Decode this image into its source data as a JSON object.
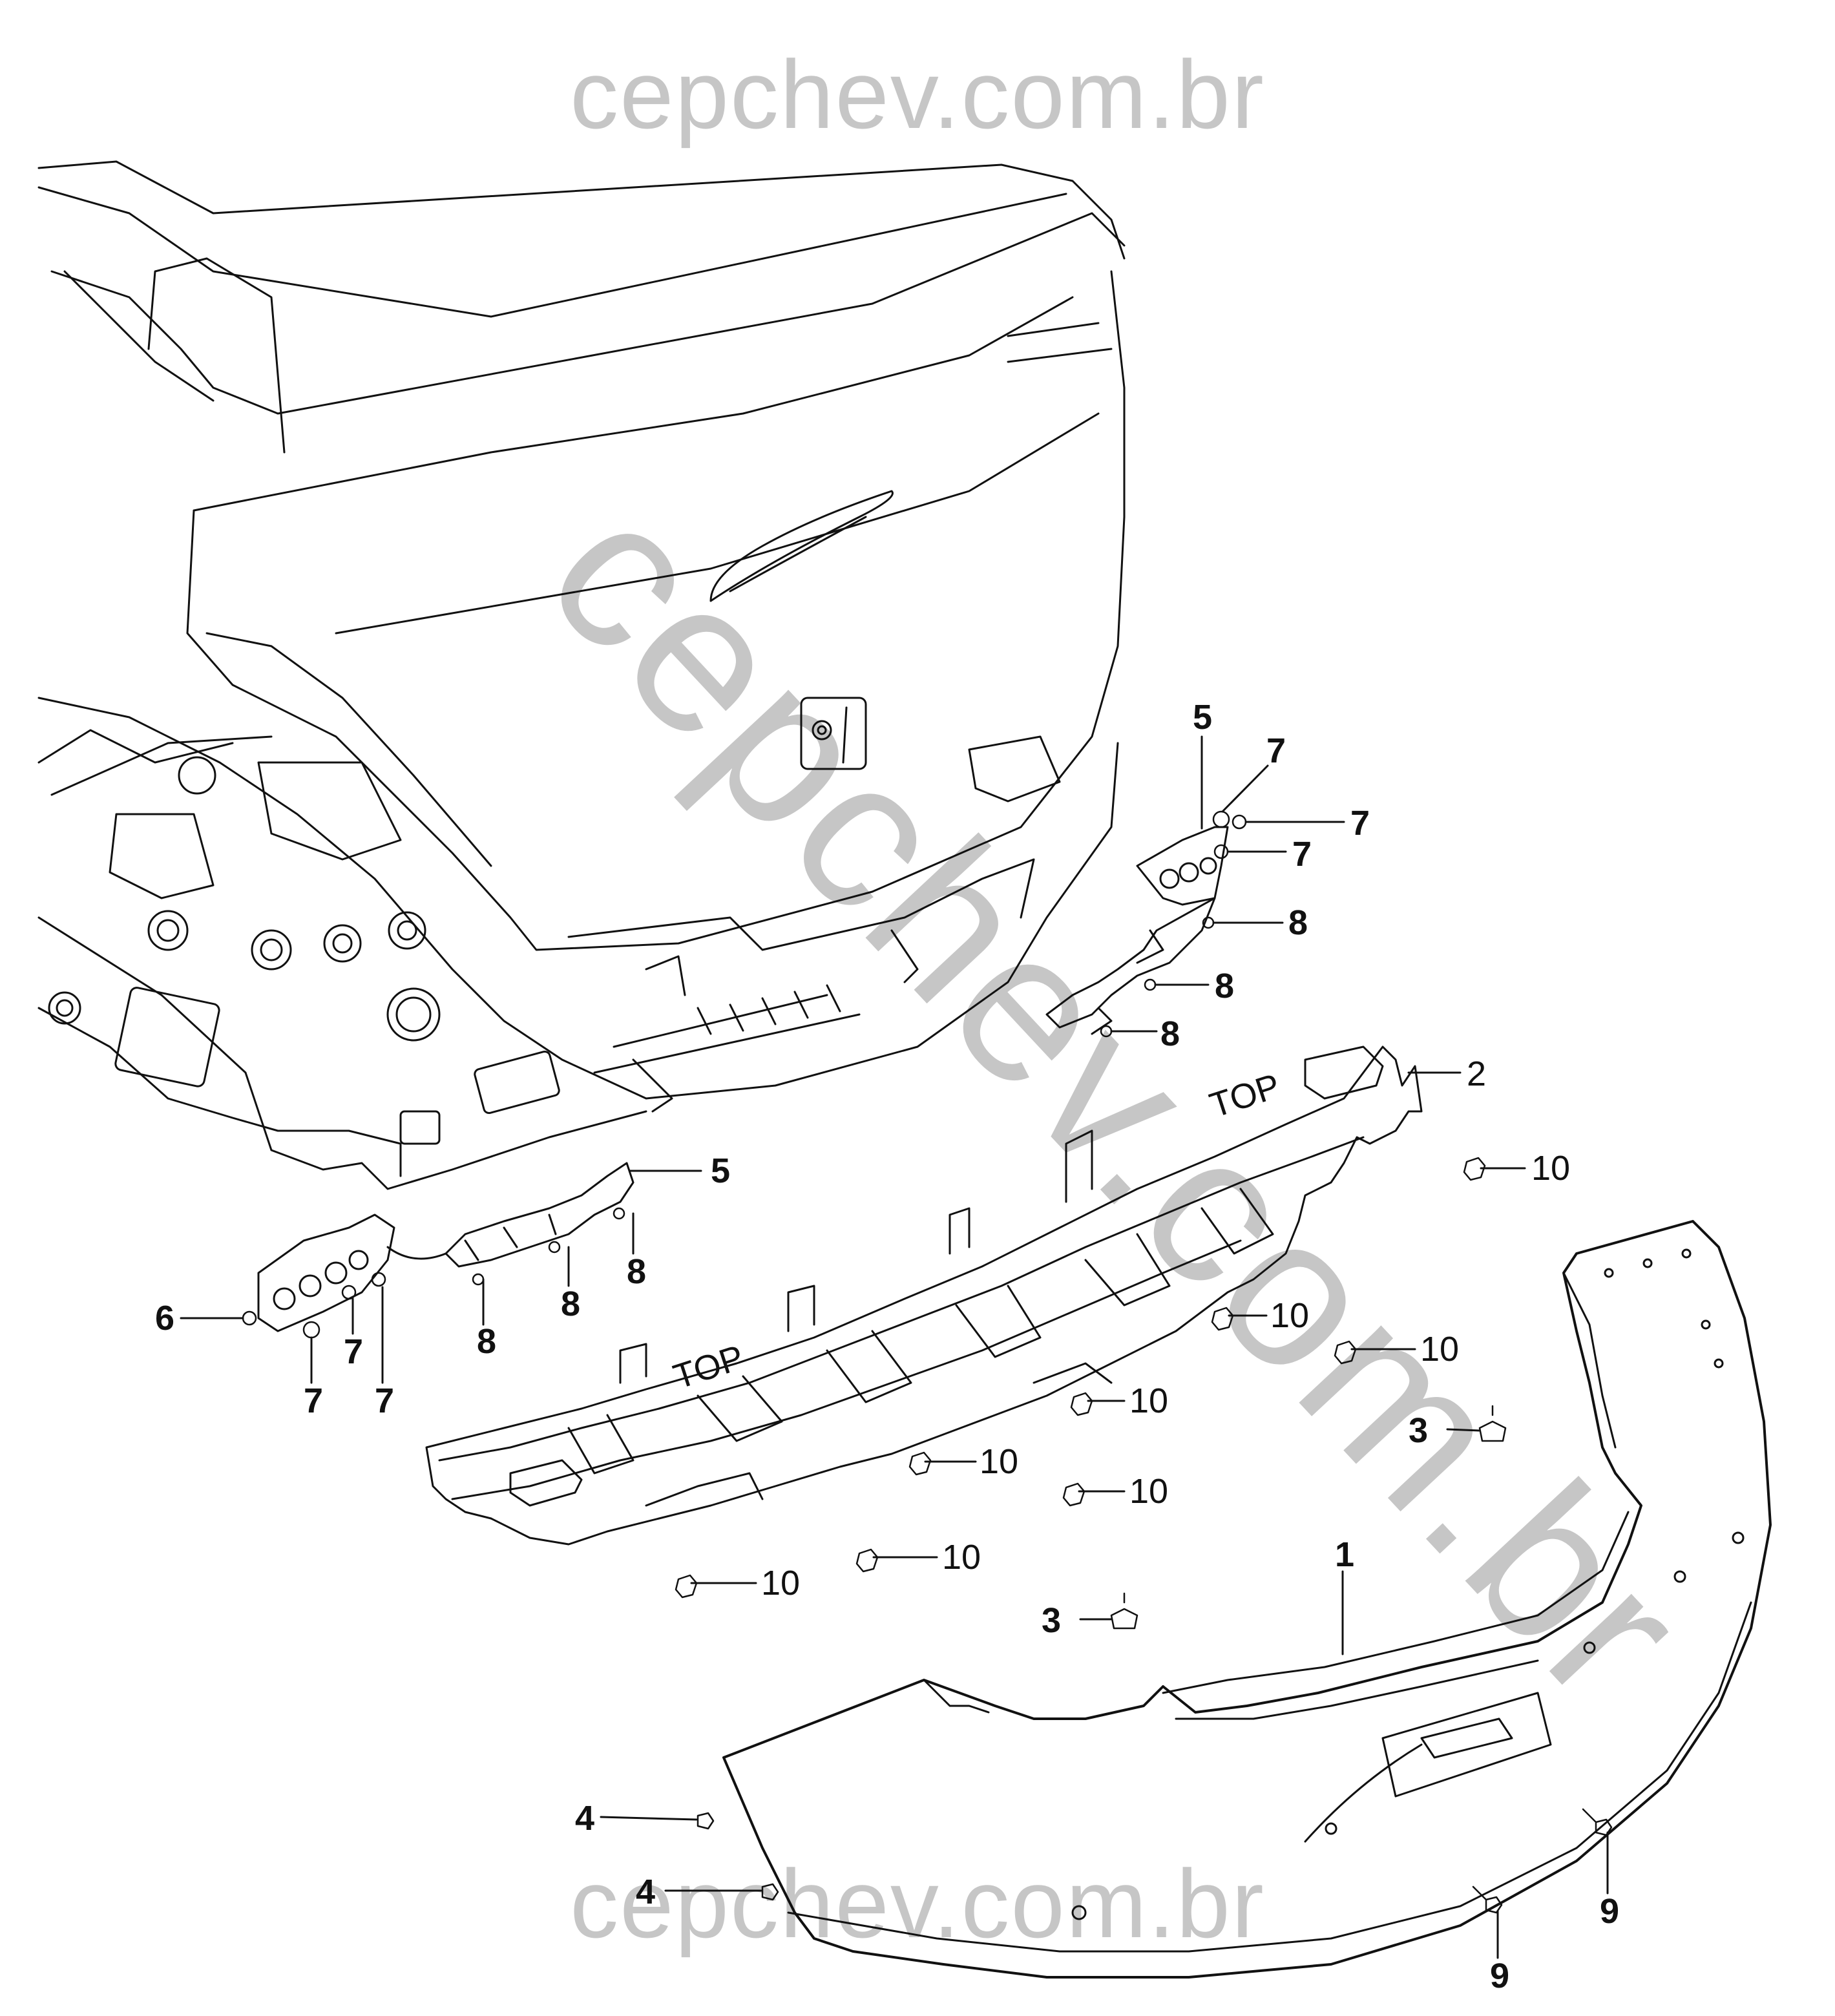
{
  "watermark": {
    "text": "cepchev.com.br",
    "diagonal_text": "cepchev.com.br"
  },
  "callouts": [
    {
      "id": "c1",
      "label": "1",
      "bold": true
    },
    {
      "id": "c2",
      "label": "2",
      "bold": false
    },
    {
      "id": "c3a",
      "label": "3",
      "bold": true
    },
    {
      "id": "c3b",
      "label": "3",
      "bold": true
    },
    {
      "id": "c4a",
      "label": "4",
      "bold": true
    },
    {
      "id": "c4b",
      "label": "4",
      "bold": true
    },
    {
      "id": "c5a",
      "label": "5",
      "bold": true
    },
    {
      "id": "c5b",
      "label": "5",
      "bold": true
    },
    {
      "id": "c6",
      "label": "6",
      "bold": true
    },
    {
      "id": "c7a",
      "label": "7",
      "bold": true
    },
    {
      "id": "c7b",
      "label": "7",
      "bold": true
    },
    {
      "id": "c7c",
      "label": "7",
      "bold": true
    },
    {
      "id": "c7d",
      "label": "7",
      "bold": true
    },
    {
      "id": "c7e",
      "label": "7",
      "bold": true
    },
    {
      "id": "c7f",
      "label": "7",
      "bold": true
    },
    {
      "id": "c8a",
      "label": "8",
      "bold": true
    },
    {
      "id": "c8b",
      "label": "8",
      "bold": true
    },
    {
      "id": "c8c",
      "label": "8",
      "bold": true
    },
    {
      "id": "c8d",
      "label": "8",
      "bold": true
    },
    {
      "id": "c8e",
      "label": "8",
      "bold": true
    },
    {
      "id": "c8f",
      "label": "8",
      "bold": true
    },
    {
      "id": "c9a",
      "label": "9",
      "bold": true
    },
    {
      "id": "c9b",
      "label": "9",
      "bold": true
    },
    {
      "id": "c10a",
      "label": "10",
      "bold": false
    },
    {
      "id": "c10b",
      "label": "10",
      "bold": false
    },
    {
      "id": "c10c",
      "label": "10",
      "bold": false
    },
    {
      "id": "c10d",
      "label": "10",
      "bold": false
    },
    {
      "id": "c10e",
      "label": "10",
      "bold": false
    },
    {
      "id": "c10f",
      "label": "10",
      "bold": false
    },
    {
      "id": "c10g",
      "label": "10",
      "bold": false
    },
    {
      "id": "c10h",
      "label": "10",
      "bold": false
    }
  ],
  "part_markings": {
    "top_right": "TOP",
    "top_left": "TOP"
  }
}
